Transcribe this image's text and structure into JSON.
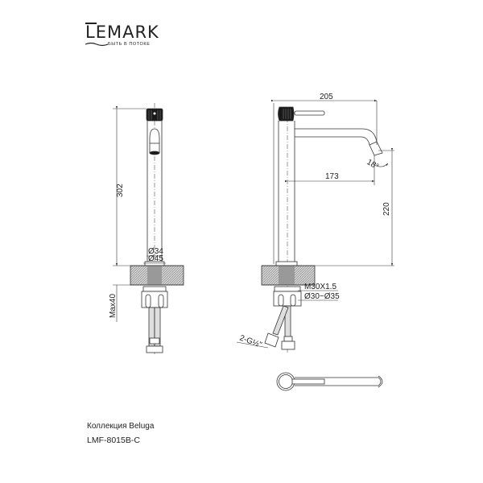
{
  "brand": {
    "name": "LEMARK",
    "tagline": "БЫТЬ В ПОТОКЕ"
  },
  "product": {
    "collection": "Коллекция Beluga",
    "model": "LMF-8015B-C"
  },
  "side_view": {
    "height_label": "302",
    "inner_diameter_label": "Ø34",
    "outer_diameter_label": "Ø45",
    "max_thickness_label": "Max40"
  },
  "front_view": {
    "reach_label": "205",
    "spout_reach_label": "173",
    "spout_height_label": "220",
    "angle_label": "18°",
    "thread_label": "M30X1.5",
    "hole_label": "Ø30~Ø35",
    "hose_label": "2-G½\""
  },
  "colors": {
    "line": "#333333",
    "hatch": "#8a8a8a",
    "dark": "#1a1a1a"
  }
}
